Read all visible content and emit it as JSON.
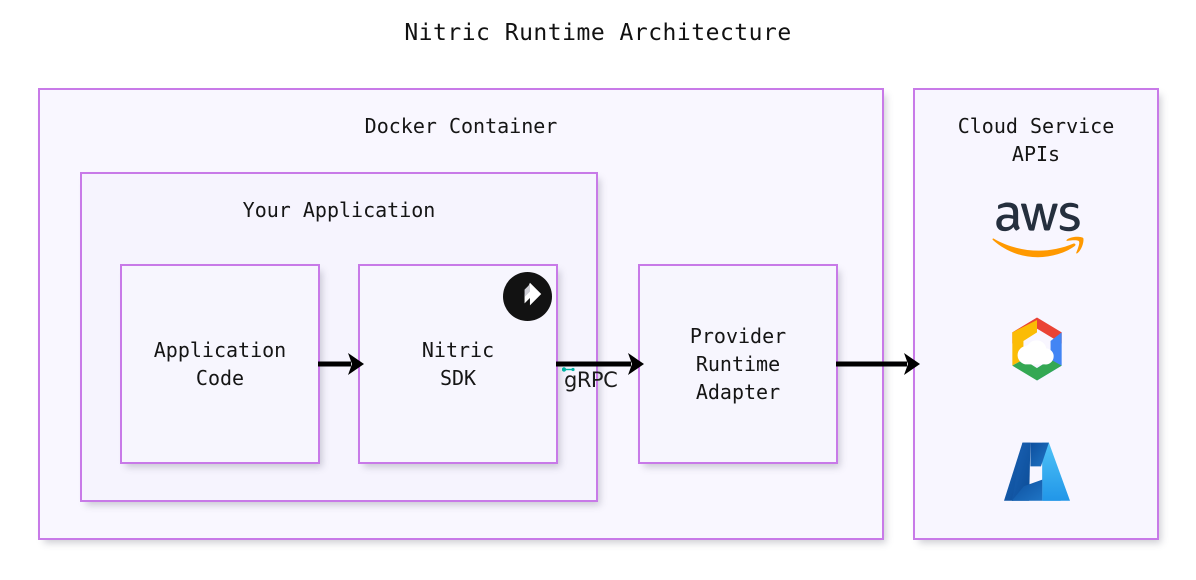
{
  "title": "Nitric Runtime Architecture",
  "colors": {
    "box_border": "#c87ae8",
    "box_fill": "#f7f6fe",
    "page_background": "#ffffff",
    "arrow": "#000000",
    "aws_text": "#252f3e",
    "aws_swoosh": "#ff9900",
    "gcp_red": "#ea4335",
    "gcp_blue": "#4285f4",
    "gcp_yellow": "#fbbc05",
    "gcp_green": "#34a853",
    "azure_dark": "#0e5ba6",
    "azure_light": "#35b4f0",
    "nitric_badge": "#121212",
    "edge_marker": "#00b3a4"
  },
  "containers": {
    "docker": {
      "label": "Docker Container"
    },
    "application": {
      "label": "Your Application"
    },
    "cloud": {
      "label": "Cloud Service\nAPIs"
    }
  },
  "nodes": {
    "application_code": {
      "label": "Application\nCode"
    },
    "nitric_sdk": {
      "label": "Nitric\nSDK",
      "badge": "nitric-logo-icon"
    },
    "provider_runtime_adapter": {
      "label": "Provider\nRuntime\nAdapter"
    }
  },
  "edges": [
    {
      "from": "application_code",
      "to": "nitric_sdk",
      "label": ""
    },
    {
      "from": "nitric_sdk",
      "to": "provider_runtime_adapter",
      "label": "gRPC"
    },
    {
      "from": "provider_runtime_adapter",
      "to": "cloud_service_apis",
      "label": ""
    }
  ],
  "edge_labels": {
    "grpc": "gRPC"
  },
  "cloud_providers": [
    {
      "name": "aws",
      "icon": "aws-logo-icon",
      "wordmark": "aws"
    },
    {
      "name": "google-cloud",
      "icon": "gcp-logo-icon",
      "wordmark": ""
    },
    {
      "name": "azure",
      "icon": "azure-logo-icon",
      "wordmark": ""
    }
  ]
}
